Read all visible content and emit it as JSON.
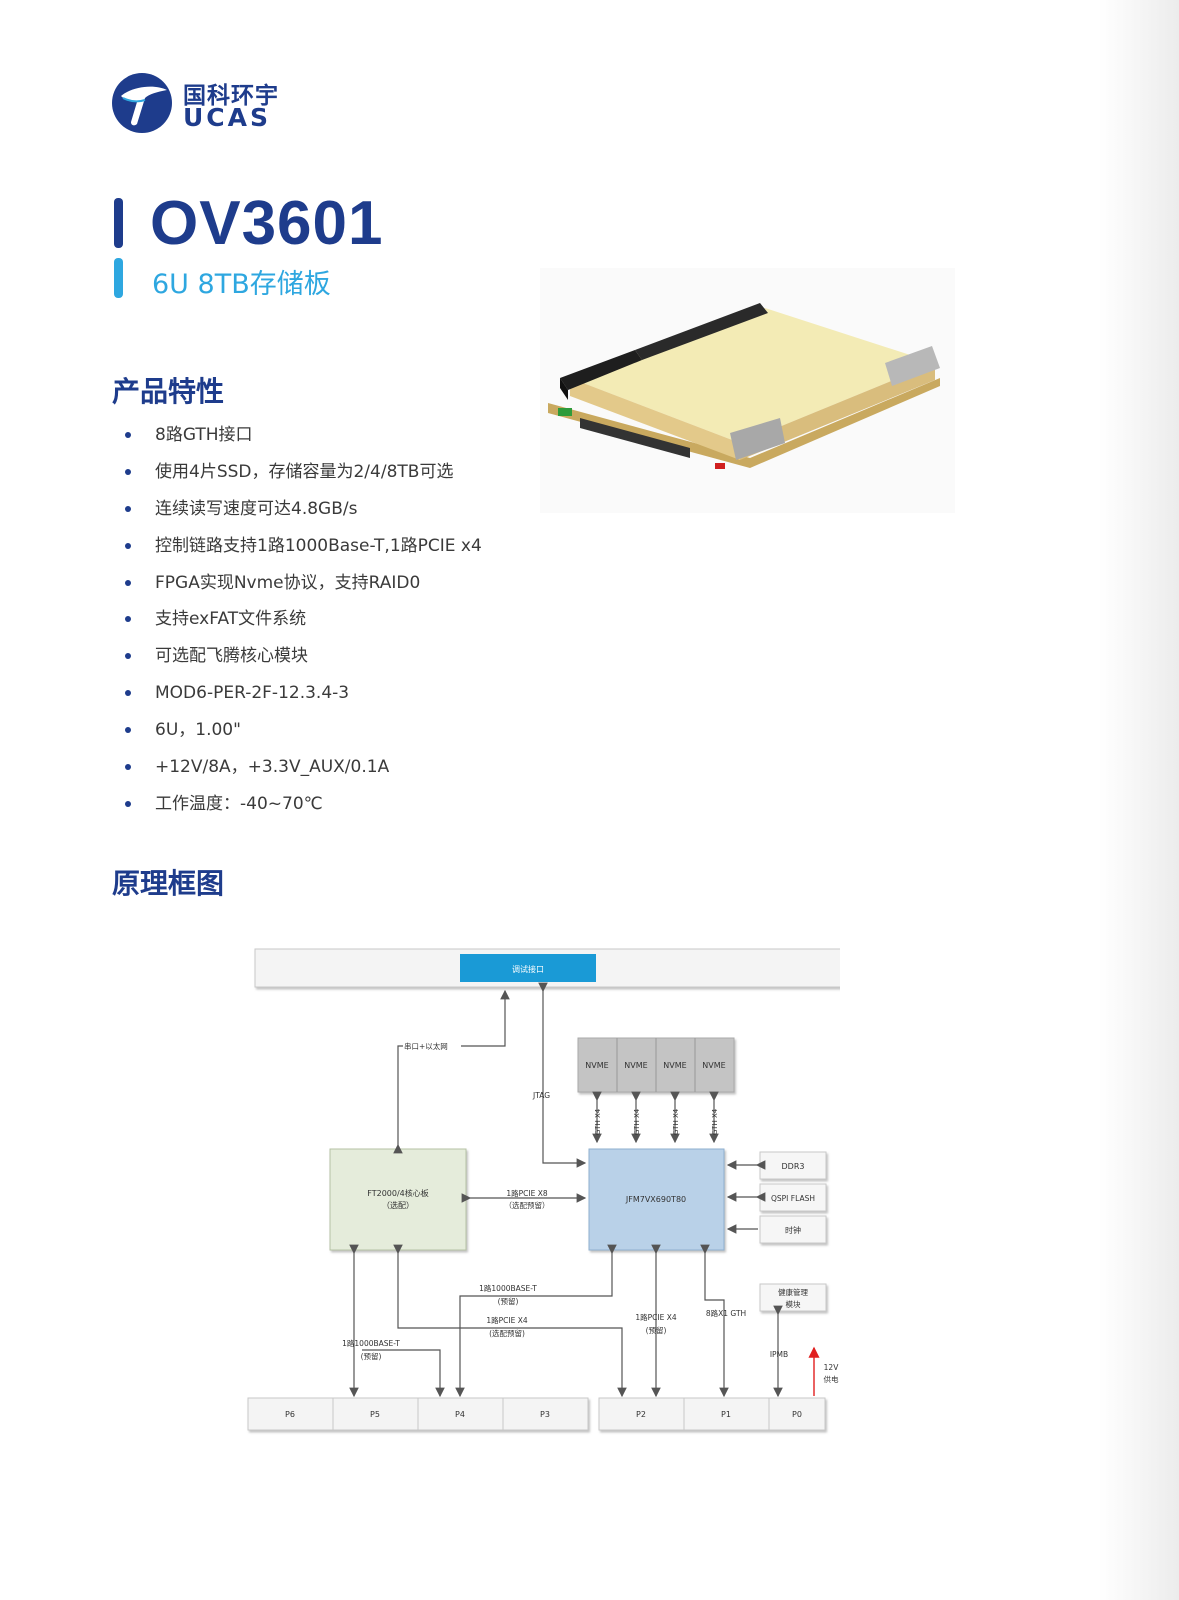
{
  "brand": {
    "name_cn": "国科环宇",
    "name_en": "UCAS"
  },
  "product": {
    "model": "OV3601",
    "subtitle": "6U 8TB存储板"
  },
  "sections": {
    "features_title": "产品特性",
    "diagram_title": "原理框图"
  },
  "features": [
    "8路GTH接口",
    "使用4片SSD，存储容量为2/4/8TB可选",
    "连续读写速度可达4.8GB/s",
    "控制链路支持1路1000Base-T,1路PCIE x4",
    "FPGA实现Nvme协议，支持RAID0",
    "支持exFAT文件系统",
    "可选配飞腾核心模块",
    "MOD6-PER-2F-12.3.4-3",
    "6U，1.00\"",
    "+12V/8A，+3.3V_AUX/0.1A",
    "工作温度：-40~70℃"
  ],
  "diagram": {
    "debug_interface": "调试接口",
    "serial_ethernet": "串口+以太网",
    "jtag": "JTAG",
    "nvme": [
      "NVME",
      "NVME",
      "NVME",
      "NVME"
    ],
    "gth_x4": "GTH X4",
    "cpu_board_line1": "FT2000/4核心板",
    "cpu_board_line2": "（选配）",
    "pcie_x8_line1": "1路PCIE X8",
    "pcie_x8_line2": "（选配预留）",
    "fpga": "JFM7VX690T80",
    "ddr3": "DDR3",
    "qspi_flash": "QSPI FLASH",
    "clock": "时钟",
    "health_line1": "健康管理",
    "health_line2": "模块",
    "eth_p4_line1": "1路1000BASE-T",
    "eth_p4_line2": "(预留)",
    "pcie_x4_p4_line1": "1路PCIE X4",
    "pcie_x4_p4_line2": "(选配预留)",
    "eth_p5_line1": "1路1000BASE-T",
    "eth_p5_line2": "(预留)",
    "pcie_x4_p2_line1": "1路PCIE X4",
    "pcie_x4_p2_line2": "(预留)",
    "gth_p1": "8路X1 GTH",
    "ipmb": "IPMB",
    "power_line1": "12V",
    "power_line2": "供电",
    "connectors_left": [
      "P6",
      "P5",
      "P4",
      "P3"
    ],
    "connectors_right": [
      "P2",
      "P1",
      "P0"
    ]
  },
  "colors": {
    "brand_dark": "#1e3c8c",
    "brand_light": "#2ea7e0",
    "debug_box": "#1a9ad6",
    "fpga_box": "#b9d1e8",
    "cpu_box": "#e5ecdb",
    "nvme_box": "#bfbfbf",
    "power_arrow": "#e02020"
  }
}
